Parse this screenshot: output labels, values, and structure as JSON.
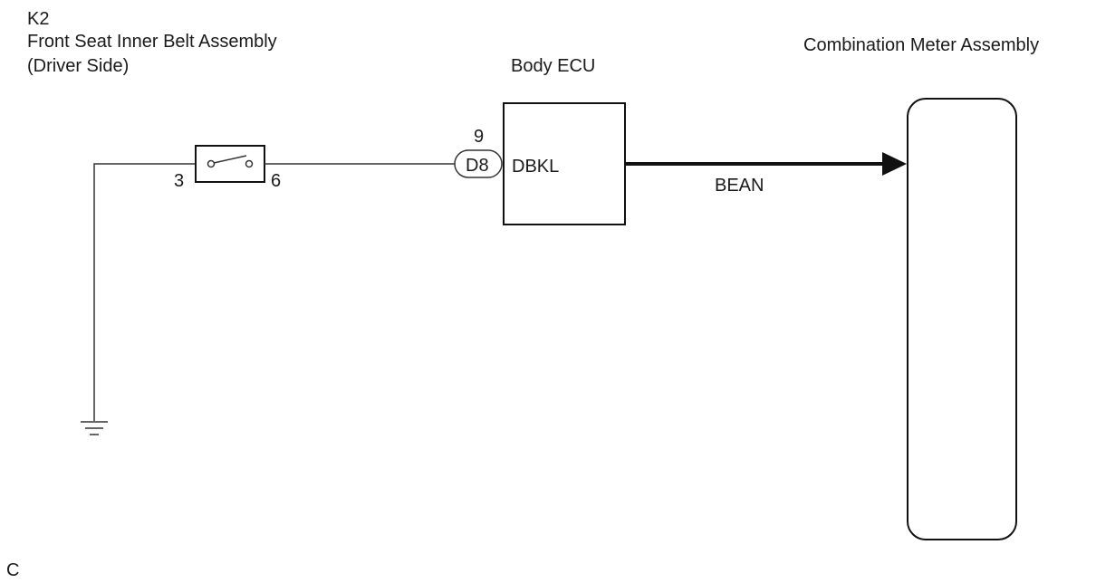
{
  "seat_belt": {
    "code": "K2",
    "name": "Front Seat Inner Belt Assembly",
    "side": "(Driver Side)",
    "pin_left": "3",
    "pin_right": "6"
  },
  "body_ecu": {
    "name": "Body ECU",
    "connector": "D8",
    "pin": "9",
    "terminal": "DBKL"
  },
  "bus": {
    "label": "BEAN"
  },
  "combination_meter": {
    "name": "Combination Meter Assembly"
  },
  "footer": {
    "mark": "C"
  },
  "colors": {
    "line": "#333333",
    "text": "#1a1a1a"
  }
}
